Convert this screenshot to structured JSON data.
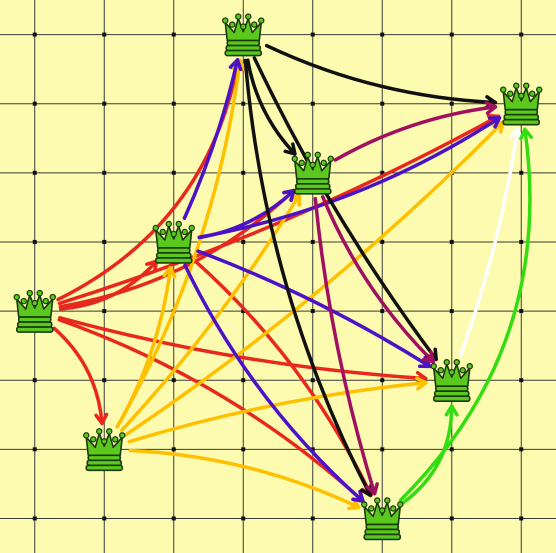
{
  "board": {
    "cols": 8,
    "rows": 8,
    "background": "#fdfbb0",
    "grid_color": "#3a3a3a",
    "dot_color": "#111111"
  },
  "queens": [
    {
      "id": "q-top",
      "col": 3,
      "row": 0
    },
    {
      "id": "q-right-top",
      "col": 7,
      "row": 1
    },
    {
      "id": "q-mid",
      "col": 4,
      "row": 2
    },
    {
      "id": "q-left-mid",
      "col": 2,
      "row": 3
    },
    {
      "id": "q-left",
      "col": 0,
      "row": 4
    },
    {
      "id": "q-right-low",
      "col": 6,
      "row": 5
    },
    {
      "id": "q-bottom-left",
      "col": 1,
      "row": 6
    },
    {
      "id": "q-bottom",
      "col": 5,
      "row": 7
    }
  ],
  "colors": {
    "red": "#e8281e",
    "yellow": "#ffc000",
    "purple": "#4b12c8",
    "magenta": "#a01060",
    "black": "#111111",
    "white": "#ffffff",
    "green": "#33dd11",
    "queen_fill": "#5bc81e",
    "queen_stroke": "#1b3a0a"
  },
  "arrows": [
    {
      "color": "red",
      "from": "q-left",
      "to": "q-top",
      "bend": 0.25
    },
    {
      "color": "red",
      "from": "q-left",
      "to": "q-left-mid",
      "bend": 0.2
    },
    {
      "color": "red",
      "from": "q-left",
      "to": "q-mid",
      "bend": 0.15
    },
    {
      "color": "red",
      "from": "q-left",
      "to": "q-right-top",
      "bend": 0.05
    },
    {
      "color": "red",
      "from": "q-left",
      "to": "q-right-low",
      "bend": 0.05
    },
    {
      "color": "red",
      "from": "q-left",
      "to": "q-bottom",
      "bend": -0.1
    },
    {
      "color": "red",
      "from": "q-left",
      "to": "q-bottom-left",
      "bend": -0.2
    },
    {
      "color": "red",
      "from": "q-left-mid",
      "to": "q-bottom",
      "bend": -0.1
    },
    {
      "color": "yellow",
      "from": "q-bottom-left",
      "to": "q-top",
      "bend": 0.1
    },
    {
      "color": "yellow",
      "from": "q-bottom-left",
      "to": "q-left-mid",
      "bend": 0.1
    },
    {
      "color": "yellow",
      "from": "q-bottom-left",
      "to": "q-mid",
      "bend": 0.05
    },
    {
      "color": "yellow",
      "from": "q-bottom-left",
      "to": "q-right-top",
      "bend": 0.05
    },
    {
      "color": "yellow",
      "from": "q-bottom-left",
      "to": "q-right-low",
      "bend": -0.05
    },
    {
      "color": "yellow",
      "from": "q-bottom-left",
      "to": "q-bottom",
      "bend": -0.1
    },
    {
      "color": "purple",
      "from": "q-left-mid",
      "to": "q-top",
      "bend": 0.05
    },
    {
      "color": "purple",
      "from": "q-left-mid",
      "to": "q-mid",
      "bend": 0.15
    },
    {
      "color": "purple",
      "from": "q-left-mid",
      "to": "q-right-top",
      "bend": 0.1
    },
    {
      "color": "purple",
      "from": "q-left-mid",
      "to": "q-right-low",
      "bend": -0.05
    },
    {
      "color": "purple",
      "from": "q-left-mid",
      "to": "q-bottom",
      "bend": 0.1
    },
    {
      "color": "black",
      "from": "q-top",
      "to": "q-right-top",
      "bend": 0.1
    },
    {
      "color": "black",
      "from": "q-top",
      "to": "q-mid",
      "bend": 0.15
    },
    {
      "color": "black",
      "from": "q-top",
      "to": "q-right-low",
      "bend": 0.05
    },
    {
      "color": "black",
      "from": "q-top",
      "to": "q-bottom",
      "bend": 0.1
    },
    {
      "color": "magenta",
      "from": "q-mid",
      "to": "q-right-top",
      "bend": -0.1
    },
    {
      "color": "magenta",
      "from": "q-mid",
      "to": "q-right-low",
      "bend": 0.1
    },
    {
      "color": "magenta",
      "from": "q-mid",
      "to": "q-bottom",
      "bend": 0.05
    },
    {
      "color": "white",
      "from": "q-right-low",
      "to": "q-right-top",
      "bend": 0.05
    },
    {
      "color": "green",
      "from": "q-bottom",
      "to": "q-right-low",
      "bend": 0.25
    },
    {
      "color": "green",
      "from": "q-bottom",
      "to": "q-right-top",
      "bend": 0.25
    }
  ]
}
